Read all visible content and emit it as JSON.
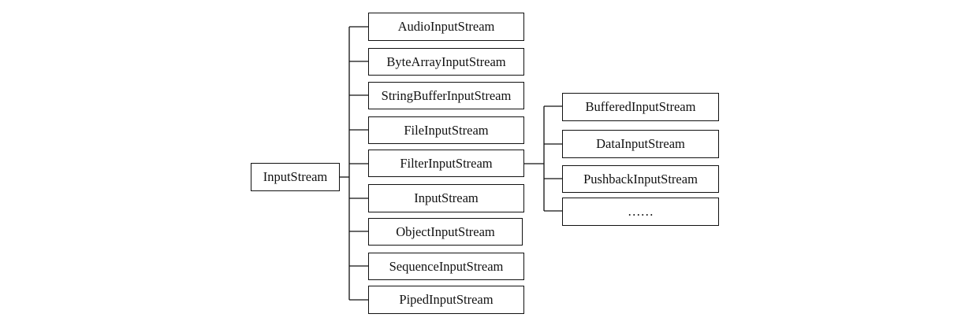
{
  "root": {
    "label": "InputStream"
  },
  "children": [
    {
      "label": "AudioInputStream"
    },
    {
      "label": "ByteArrayInputStream"
    },
    {
      "label": "StringBufferInputStream"
    },
    {
      "label": "FileInputStream"
    },
    {
      "label": "FilterInputStream"
    },
    {
      "label": "InputStream"
    },
    {
      "label": "ObjectInputStream"
    },
    {
      "label": "SequenceInputStream"
    },
    {
      "label": "PipedInputStream"
    }
  ],
  "filter_children": [
    {
      "label": "BufferedInputStream"
    },
    {
      "label": "DataInputStream"
    },
    {
      "label": "PushbackInputStream"
    },
    {
      "label": "……"
    }
  ]
}
